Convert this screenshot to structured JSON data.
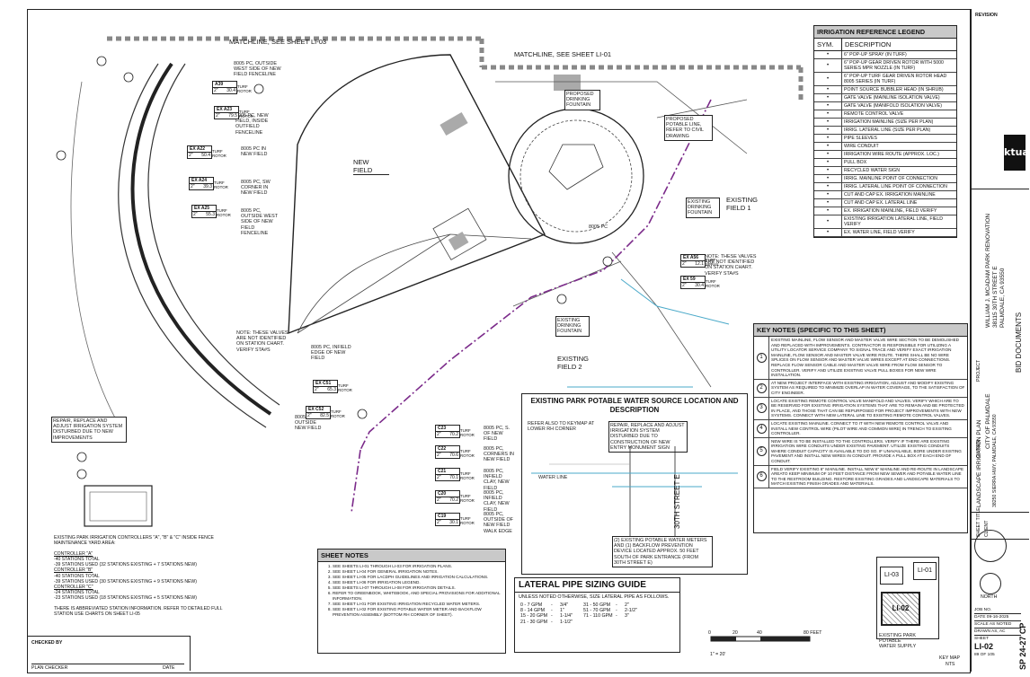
{
  "matchlines": {
    "li03": "MATCHLINE, SEE SHEET LI-03",
    "li01": "MATCHLINE, SEE SHEET LI-01"
  },
  "legend": {
    "title": "IRRIGATION REFERENCE LEGEND",
    "col_sym": "SYM.",
    "col_desc": "DESCRIPTION",
    "items": [
      "6\" POP-UP SPRAY (IN TURF)",
      "6\" POP-UP GEAR DRIVEN ROTOR WITH 5000 SERIES MPR NOZZLE (IN TURF)",
      "6\" POP-UP TURF GEAR DRIVEN ROTOR HEAD 8005 SERIES (IN TURF)",
      "POINT SOURCE BUBBLER HEAD (IN SHRUB)",
      "GATE VALVE (MAINLINE ISOLATION VALVE)",
      "GATE VALVE (MANIFOLD ISOLATION VALVE)",
      "REMOTE CONTROL VALVE",
      "IRRIGATION MAINLINE (SIZE PER PLAN)",
      "IRRIG. LATERAL LINE (SIZE PER PLAN)",
      "PIPE SLEEVES",
      "WIRE CONDUIT",
      "IRRIGATION WIRE ROUTE (APPROX. LOC.)",
      "PULL BOX",
      "RECYCLED WATER SIGN",
      "IRRIG. MAINLINE POINT OF CONNECTION",
      "IRRIG. LATERAL LINE POINT OF CONNECTION",
      "CUT AND CAP EX. IRRIGATION MAINLINE",
      "CUT AND CAP EX. LATERAL LINE",
      "EX. IRRIGATION MAINLINE, FIELD VERIFY",
      "EXISTING IRRIGATION LATERAL LINE, FIELD VERIFY",
      "EX. WATER LINE, FIELD VERIFY"
    ]
  },
  "key_notes": {
    "title": "KEY NOTES (SPECIFIC TO THIS SHEET)",
    "items": [
      {
        "n": "1",
        "text": "EXISTING MAINLINE, FLOW SENSOR AND MASTER VALVE WIRE SECTION TO BE DEMOLISHED AND REPLACED WITH IMPROVEMENTS. CONTRACTOR IS RESPONSIBLE FOR UTILIZING A UTILITY LOCATOR SERVICE COMPANY TO SIGNAL TRACE AND VERIFY EXACT IRRIGATION MAINLINE, FLOW SENSOR AND MASTER VALVE WIRE ROUTE. THERE SHALL BE NO WIRE SPLICES ON FLOW SENSOR AND MASTER VALVE WIRES EXCEPT AT END CONNECTIONS. REPLACE FLOW SENSOR CABLE AND MASTER VALVE WIRE FROM FLOW SENSOR TO CONTROLLER. VERIFY AND UTILIZE EXISTING VALVE PULL BOXES FOR NEW WIRE INSTALLATION."
      },
      {
        "n": "2",
        "text": "AT NEW PROJECT INTERFACE WITH EXISTING IRRIGATION, ADJUST AND MODIFY EXISTING SYSTEM AS REQUIRED TO MINIMIZE OVERLAP IN WATER COVERAGE, TO THE SATISFACTION OF CITY ENGINEER."
      },
      {
        "n": "3",
        "text": "LOCATE EXISTING REMOTE CONTROL VALVE MANIFOLD AND VALVES. VERIFY WHICH ARE TO BE RESERVED FOR EXISTING IRRIGATION SYSTEMS THAT ARE TO REMAIN AND BE PROTECTED IN PLACE, AND THOSE THAT CAN BE REPURPOSED FOR PROJECT IMPROVEMENTS WITH NEW SYSTEMS. CONNECT WITH NEW LATERAL LINE TO EXISTING REMOTE CONTROL VALVES."
      },
      {
        "n": "4",
        "text": "LOCATE EXISTING MAINLINE. CONNECT TO IT WITH NEW REMOTE CONTROL VALVE AND INSTALL NEW CONTROL WIRE (PILOT WIRE AND COMMON WIRE) IN TRENCH TO EXISTING CONTROLLER."
      },
      {
        "n": "5",
        "text": "NEW WIRE IS TO BE INSTALLED TO THE CONTROLLERS. VERIFY IF THERE ARE EXISTING IRRIGATION WIRE CONDUITS UNDER EXISTING PAVEMENT. UTILIZE EXISTING CONDUITS WHERE CONDUIT CAPACITY IS AVAILABLE TO DO SO. IF UNAVAILABLE, BORE UNDER EXISTING PAVEMENT AND INSTALL NEW WIRES IN CONDUIT. PROVIDE A PULL BOX AT EACH END OF CONDUIT."
      },
      {
        "n": "6",
        "text": "FIELD VERIFY EXISTING 6\" MAINLINE. INSTALL NEW 6\" MAINLINE AND RE-ROUTE IN LANDSCAPE AREATO KEEP MINIMUM OF 10 FEET DISTANCE FROM NEW SEWER AND POTABLE WATER LINE TO THE RESTROOM BUILDING. RESTORE EXISTING GRADES AND LANDSCAPE MATERIALS TO MATCH EXISTING FINISH GRADES AND MATERIALS."
      }
    ]
  },
  "sheet_notes": {
    "title": "SHEET NOTES",
    "items": [
      "SEE SHEETS LI-01 THROUGH LI-03 FOR IRRIGATION PLANS.",
      "SEE SHEET LI-04 FOR GENERAL IRRIGATION NOTES.",
      "SEE SHEET LI-05 FOR LACDPH GUIDELINES AND IRRIGATION CALCULATIONS.",
      "SEE SHEET LI-06 FOR IRRIGATION LEGEND.",
      "SEE SHEETS LI-07 THROUGH LI-08 FOR IRRIGATION DETAILS.",
      "REFER TO GREENBOOK, WHITEBOOK, AND SPECIAL PROVISIONS FOR ADDITIONAL INFORMATION.",
      "SEE SHEET LI-01 FOR EXISTING IRRIGATION RECYCLED WATER METERS.",
      "SEE SHEET LI-02 FOR EXISTING POTABLE WATER METER AND BACKFLOW PREVENTION ASSEMBLY (BOTTOM RH CORNER OF SHEET)."
    ]
  },
  "lateral": {
    "title": "LATERAL PIPE SIZING GUIDE",
    "intro": "UNLESS NOTED OTHERWISE, SIZE LATERAL PIPE AS FOLLOWS.",
    "rows": [
      [
        "0 - 7 GPM",
        "-",
        "3/4\"",
        "31 - 50 GPM",
        "-",
        "2\""
      ],
      [
        "8 - 14 GPM",
        "-",
        "1\"",
        "51 - 70 GPM",
        "-",
        "2-1/2\""
      ],
      [
        "15 - 20 GPM",
        "-",
        "1-1/4\"",
        "71 - 110 GPM",
        "-",
        "3\""
      ],
      [
        "21 - 30 GPM",
        "-",
        "1-1/2\"",
        "",
        "",
        ""
      ]
    ]
  },
  "potable": {
    "title": "EXISTING PARK POTABLE WATER SOURCE LOCATION AND DESCRIPTION",
    "keymap_ref": "REFER ALSO TO KEYMAP AT LOWER RH CORNER",
    "repair_note": "REPAIR, REPLACE AND ADJUST IRRIGATION SYSTEM DISTURBED DUE TO CONSTRUCTION OF NEW ENTRY MONUMENT SIGN",
    "meter_note": "(2) EXISTING POTABLE WATER METERS AND (1) BACKFLOW PREVENTION DEVICE LOCATED APPROX. 50 FEET SOUTH OF PARK ENTRANCE (FROM 30TH STREET E)",
    "street": "30TH STREET E",
    "water_line": "WATER LINE"
  },
  "controllers": {
    "text": [
      "EXISTING PARK IRRIGATION CONTROLLERS \"A\", \"B\" & \"C\" INSIDE FENCE MAINTENANCE YARD AREA:",
      "",
      "CONTROLLER \"A\"",
      "-40 STATIONS TOTAL",
      "-39 STATIONS USED (32 STATIONS EXISTING + 7 STATIONS NEW)",
      "CONTROLLER \"B\"",
      "-40 STATIONS TOTAL",
      "-39 STATIONS USED (30 STATIONS EXISTING + 9 STATIONS NEW)",
      "CONTROLLER \"C\"",
      "-24 STATIONS TOTAL",
      "-23 STATIONS USED (18 STATIONS EXISTING + 5 STATIONS NEW)",
      "",
      "THERE IS ABBREVIATED STATION INFORMATION. REFER TO DETAILED FULL STATION USE CHARTS ON SHEET LI-05"
    ]
  },
  "plan_labels": {
    "new_field": "NEW FIELD",
    "existing_field_1": "EXISTING FIELD 1",
    "existing_field_2": "EXISTING FIELD 2",
    "proposed_fountain": "PROPOSED DRINKING FOUNTAIN",
    "proposed_potable": "PROPOSED POTABLE LINE, REFER TO CIVIL DRAWING",
    "existing_fountain_a": "EXISTING DRINKING FOUNTAIN",
    "existing_fountain_b": "EXISTING DRINKING FOUNTAIN",
    "valves_note_left": "NOTE: THESE VALVES ARE NOT IDENTIFIED ON STATION CHART. VERIFY STA#S",
    "valves_note_right": "NOTE: THESE VALVES ARE NOT IDENTIFIED ON STATION CHART. VERIFY STA#S",
    "repair_left": "REPAIR, REPLACE AND ADJUST IRRIGATION SYSTEM DISTURBED DUE TO NEW IMPROVEMENTS",
    "callout_1": "8005 PC, OUTSIDE WEST SIDE OF NEW FIELD FENCELINE",
    "callout_2": "8005 PC, NEW FIELD, INSIDE OUTFIELD FENCELINE",
    "callout_3": "8005 PC IN NEW FIELD",
    "callout_4": "8005 PC, SW CORNER IN NEW FIELD",
    "callout_5": "8005 PC, OUTSIDE WEST SIDE OF NEW FIELD FENCELINE",
    "callout_6": "8005 PC, INFIELD EDGE OF NEW FIELD",
    "callout_7": "8005 PC, SW OUTSIDE NEW FIELD",
    "callout_8": "8005 PC, S. OF NEW FIELD",
    "callout_9": "8005 PC, CORNERS IN NEW FIELD",
    "callout_10": "8005 PC, INFIELD CLAY, NEW FIELD",
    "callout_11": "8005 PC, INFIELD CLAY, NEW FIELD",
    "callout_12": "8005 PC, OUTSIDE OF NEW FIELD WALK EDGE",
    "callout_13": "8005 PC",
    "keymap_caption": "EXISTING PARK POTABLE WATER SUPPLY",
    "keymap_label": "KEY MAP",
    "keymap_scale": "NTS"
  },
  "valves": [
    {
      "id": "A39",
      "size": "2\"",
      "gpm": "30.4",
      "type": "TURF ROTOR"
    },
    {
      "id": "EX A23",
      "size": "2\"",
      "gpm": "79.5",
      "type": "TURF ROTOR"
    },
    {
      "id": "EX A22",
      "size": "2\"",
      "gpm": "50.4",
      "type": "TURF ROTOR"
    },
    {
      "id": "EX A24",
      "size": "2\"",
      "gpm": "39.3",
      "type": "TURF ROTOR"
    },
    {
      "id": "EX A25",
      "size": "2\"",
      "gpm": "55.3",
      "type": "TURF ROTOR"
    },
    {
      "id": "EX C51",
      "size": "2\"",
      "gpm": "65.3",
      "type": "TURF ROTOR"
    },
    {
      "id": "EX C52",
      "size": "2\"",
      "gpm": "82.5",
      "type": "TURF ROTOR"
    },
    {
      "id": "C23",
      "size": "2\"",
      "gpm": "70.2",
      "type": "TURF ROTOR"
    },
    {
      "id": "C22",
      "size": "2\"",
      "gpm": "70.6",
      "type": "TURF ROTOR"
    },
    {
      "id": "C21",
      "size": "2\"",
      "gpm": "70.1",
      "type": "TURF ROTOR"
    },
    {
      "id": "C20",
      "size": "2\"",
      "gpm": "70.2",
      "type": "TURF ROTOR"
    },
    {
      "id": "C19",
      "size": "2\"",
      "gpm": "30.1",
      "type": "TURF ROTOR"
    },
    {
      "id": "EX A56",
      "size": "2\"",
      "gpm": "12.1",
      "type": "TURF SPRAY"
    },
    {
      "id": "EX 59",
      "size": "2\"",
      "gpm": "30.4",
      "type": "TURF ROTOR"
    }
  ],
  "scale": {
    "ticks": [
      "0",
      "20",
      "40",
      "80 FEET"
    ],
    "ratio": "1\" = 20'"
  },
  "keymap": {
    "li03": "LI-03",
    "li01": "LI-01",
    "li02": "LI-02",
    "north": "NORTH"
  },
  "signoff": {
    "checked_by": "CHECKED BY",
    "plan_checker": "PLAN CHECKER",
    "date": "DATE"
  },
  "title_block": {
    "project": "WILLIAM J. MCADAM PARK RENOVATION",
    "address": "38115 30TH STREET E",
    "city_state": "PALMDALE, CA 93550",
    "owner": "CITY OF PALMDALE",
    "owner_addr": "38250 SIERRA HWY, PALMDALE, CA 93550",
    "sheet_title": "LANDSCAPE IRRIGATION PLAN",
    "status": "BID DOCUMENTS",
    "sheet_num": "LI-02",
    "sheet_count": "89 OF 105",
    "plan_no": "SP 24-27 CP",
    "firm": "ktua",
    "job_label": "JOB NO.",
    "date_label": "DATE",
    "date_value": "09-16-2025",
    "scale_label": "SCALE",
    "scale_value": "AS NOTED",
    "drawn_label": "DRAWN",
    "drawn_value": "AS, AC",
    "sheet_label": "SHEET",
    "revision_label": "REVISION",
    "owner_label": "OWNER",
    "project_label": "PROJECT",
    "sheet_title_label": "SHEET TITLE",
    "client_label": "CLIENT"
  }
}
